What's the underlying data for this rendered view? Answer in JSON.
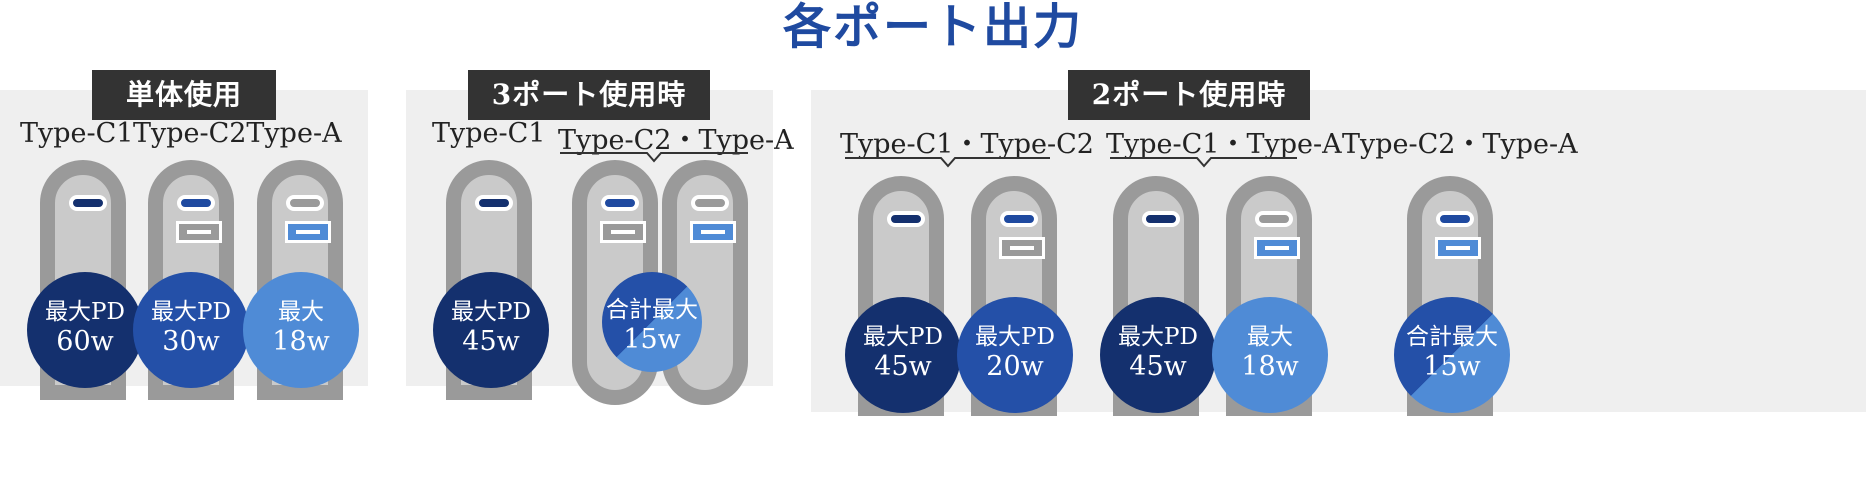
{
  "title": "各ポート出力",
  "colors": {
    "title": "#1f4aa0",
    "header_bg": "#333333",
    "panel_bg": "#efefef",
    "port_outer": "#9a9a9a",
    "port_inner": "#cacaca",
    "badge_dark": "#14306e",
    "badge_mid": "#2450a8",
    "badge_light": "#4f8bd6"
  },
  "panels": [
    {
      "header": "単体使用",
      "groups": [
        {
          "label": "Type-C1",
          "badge": {
            "line1": "最大PD",
            "line2": "60w"
          }
        },
        {
          "label": "Type-C2",
          "badge": {
            "line1": "最大PD",
            "line2": "30w"
          }
        },
        {
          "label": "Type-A",
          "badge": {
            "line1": "最大",
            "line2": "18w"
          }
        }
      ]
    },
    {
      "header": "3ポート使用時",
      "groups": [
        {
          "label": "Type-C1",
          "badge": {
            "line1": "最大PD",
            "line2": "45w"
          }
        },
        {
          "label": "Type-C2・Type-A",
          "badge": {
            "line1": "合計最大",
            "line2": "15w"
          }
        }
      ]
    },
    {
      "header": "2ポート使用時",
      "groups": [
        {
          "label": "Type-C1・Type-C2",
          "badges": [
            {
              "line1": "最大PD",
              "line2": "45w"
            },
            {
              "line1": "最大PD",
              "line2": "20w"
            }
          ]
        },
        {
          "label": "Type-C1・Type-A",
          "badges": [
            {
              "line1": "最大PD",
              "line2": "45w"
            },
            {
              "line1": "最大",
              "line2": "18w"
            }
          ]
        },
        {
          "label": "Type-C2・Type-A",
          "badge": {
            "line1": "合計最大",
            "line2": "15w"
          }
        }
      ]
    }
  ]
}
